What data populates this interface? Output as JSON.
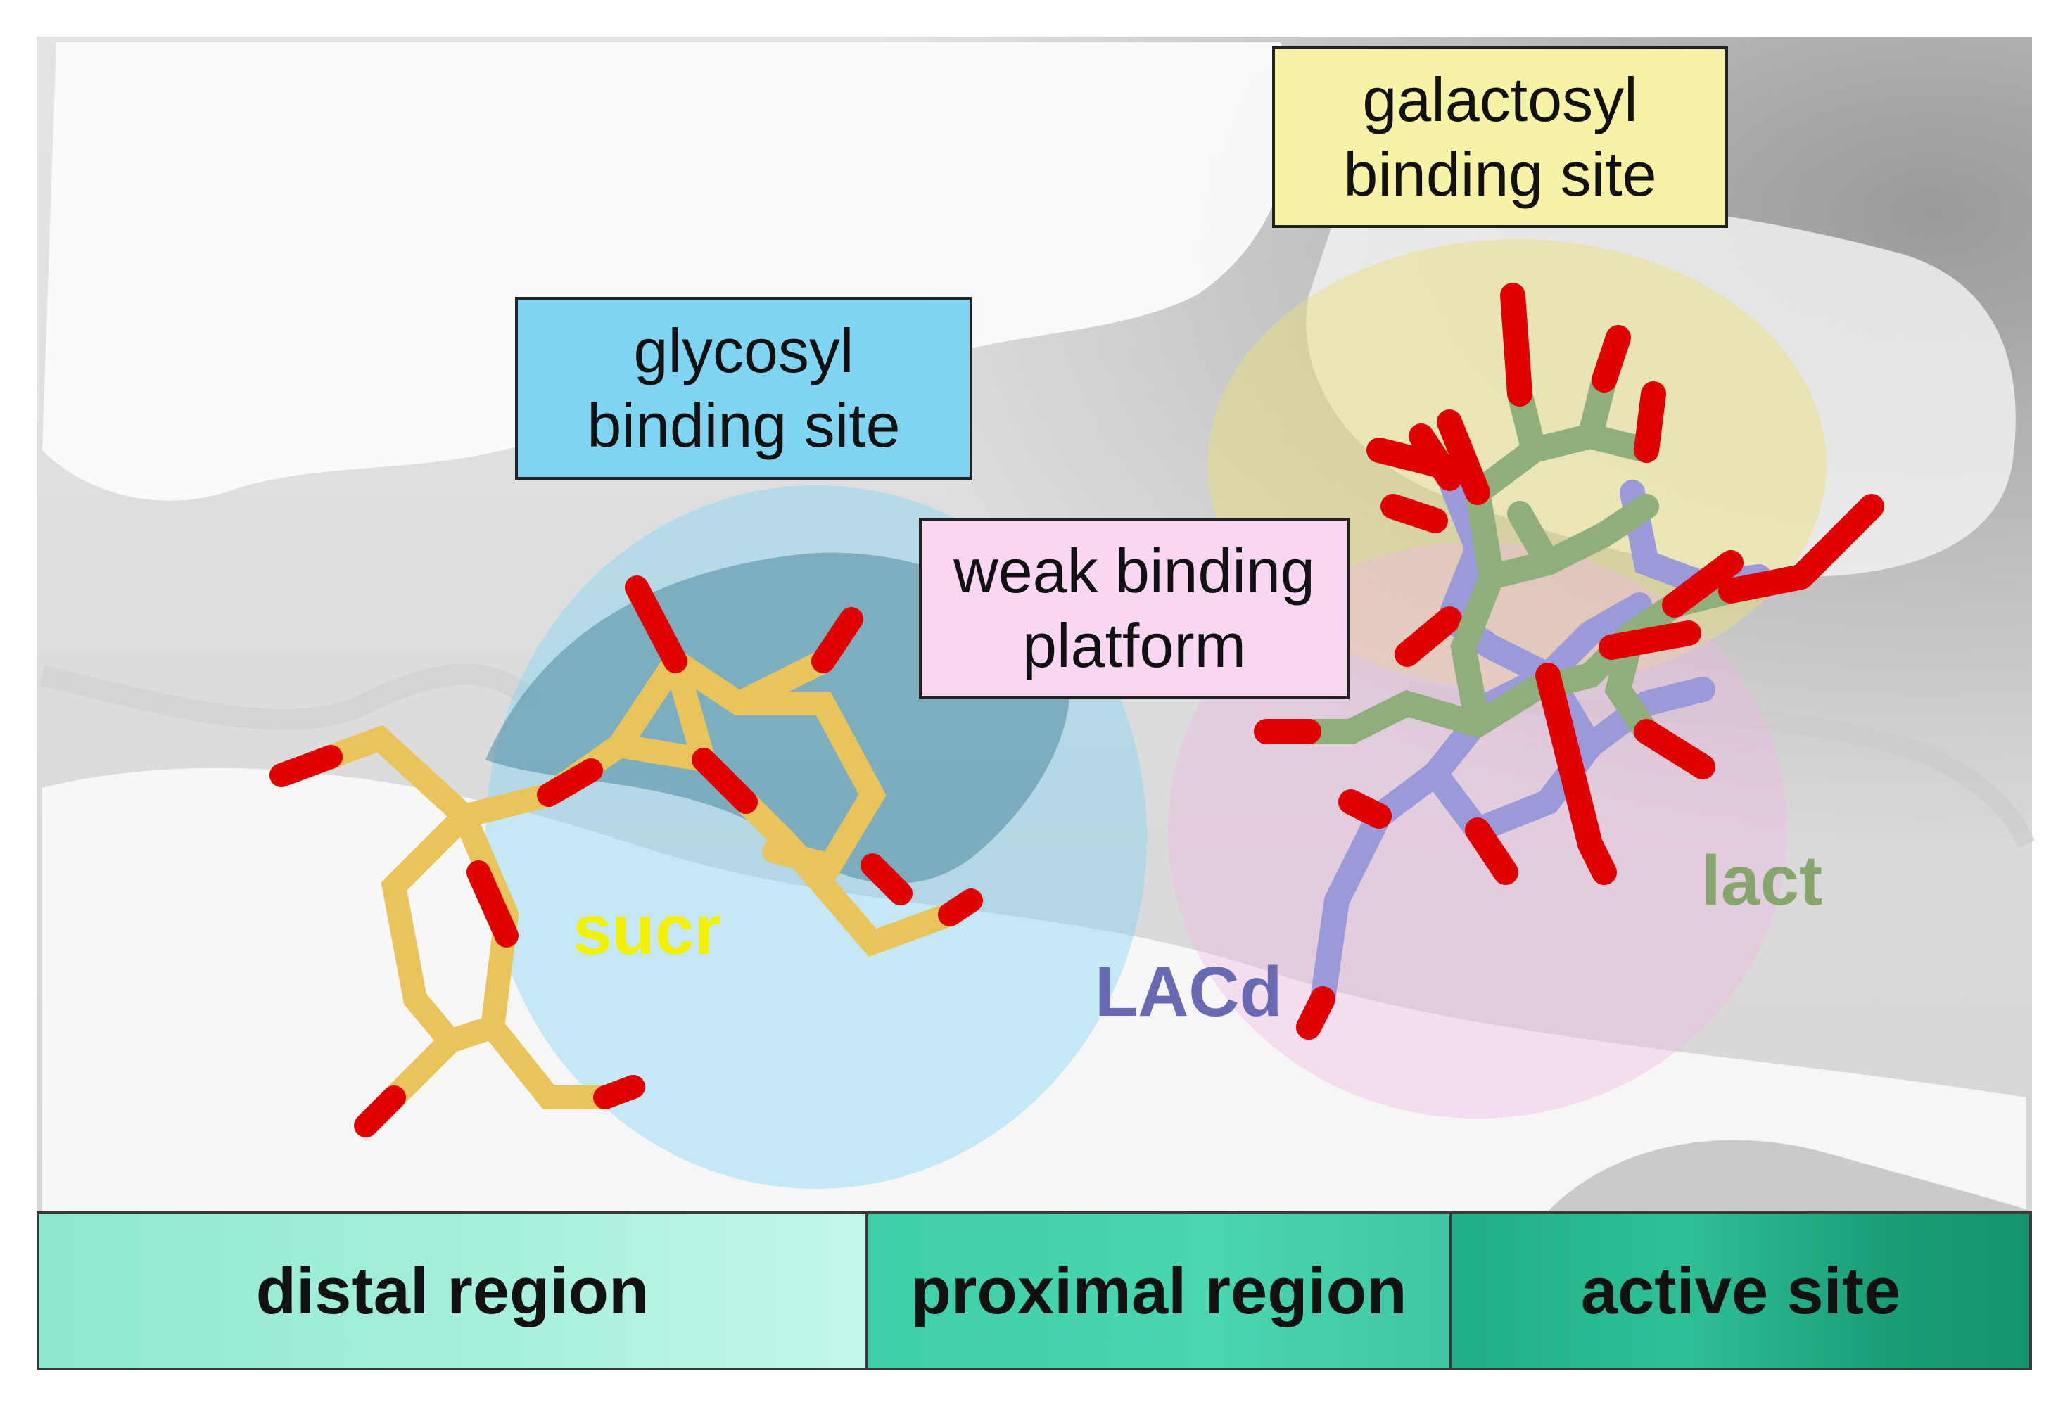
{
  "labels": {
    "galactosyl_line1": "galactosyl",
    "galactosyl_line2": "binding site",
    "glycosyl_line1": "glycosyl",
    "glycosyl_line2": "binding site",
    "weak_line1": "weak binding",
    "weak_line2": "platform"
  },
  "molecules": {
    "sucr": "sucr",
    "lacd": "LACd",
    "lact": "lact"
  },
  "regions": {
    "distal": "distal region",
    "proximal": "proximal region",
    "active": "active site"
  },
  "colors": {
    "glycosyl_site": "#7fd4f2",
    "galactosyl_site": "#f7f3a6",
    "weak_platform": "#f9d7f0",
    "sucr": "#e8c45a",
    "lacd": "#9a9ad8",
    "lact": "#8fae7c",
    "oxygen": "#e00000"
  }
}
